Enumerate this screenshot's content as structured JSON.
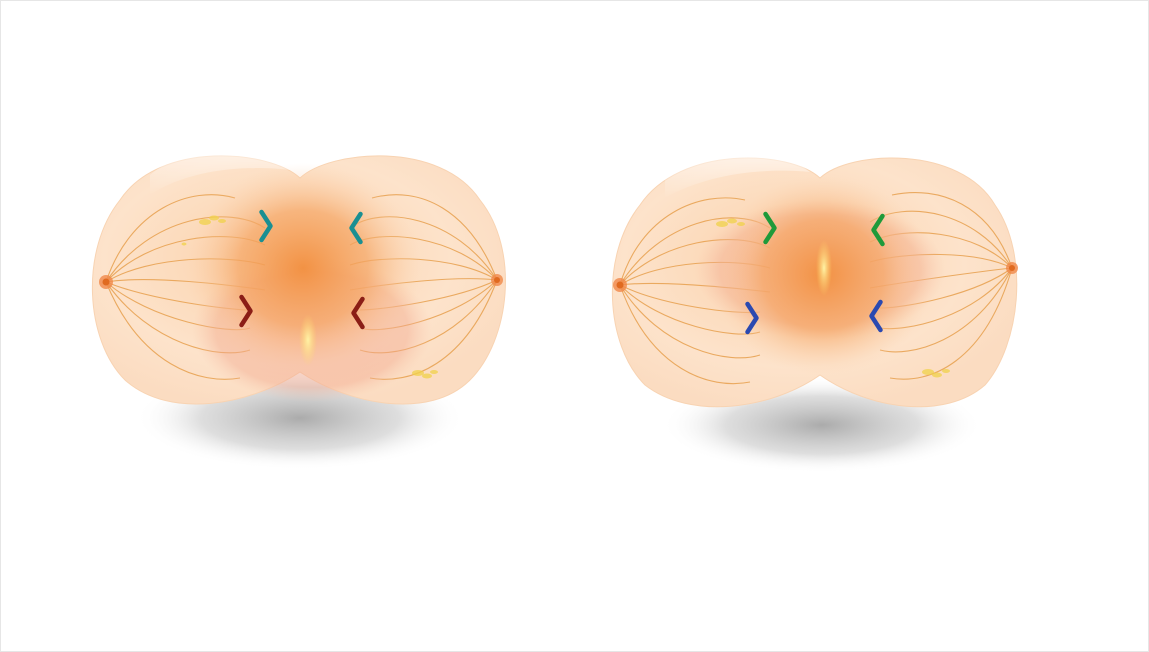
{
  "colors": {
    "background": "#ffffff",
    "cell_body": "#fde0c4",
    "cell_core": "#f6a463",
    "cell_center": "#f39347",
    "spindle": "#e8a24f",
    "centrosome": "#e8762a",
    "metaphase_plate": "#ffe27a",
    "vesicle": "#f1d24a",
    "shadow": "#9a9a9a",
    "nucleus_region": "#f2a988"
  },
  "cells": [
    {
      "name": "left-cell",
      "chromosomes": [
        {
          "name": "upper-left-chromosome",
          "color": "#1a8f92",
          "icon": "chevron-right"
        },
        {
          "name": "upper-right-chromosome",
          "color": "#1a8f92",
          "icon": "chevron-left"
        },
        {
          "name": "lower-left-chromosome",
          "color": "#8b1e16",
          "icon": "chevron-right"
        },
        {
          "name": "lower-right-chromosome",
          "color": "#8b1e16",
          "icon": "chevron-left"
        }
      ]
    },
    {
      "name": "right-cell",
      "chromosomes": [
        {
          "name": "upper-left-chromosome",
          "color": "#1f9a3a",
          "icon": "chevron-right"
        },
        {
          "name": "upper-right-chromosome",
          "color": "#1f9a3a",
          "icon": "chevron-left"
        },
        {
          "name": "lower-left-chromosome",
          "color": "#2b49b0",
          "icon": "chevron-right"
        },
        {
          "name": "lower-right-chromosome",
          "color": "#2b49b0",
          "icon": "chevron-left"
        }
      ]
    }
  ]
}
